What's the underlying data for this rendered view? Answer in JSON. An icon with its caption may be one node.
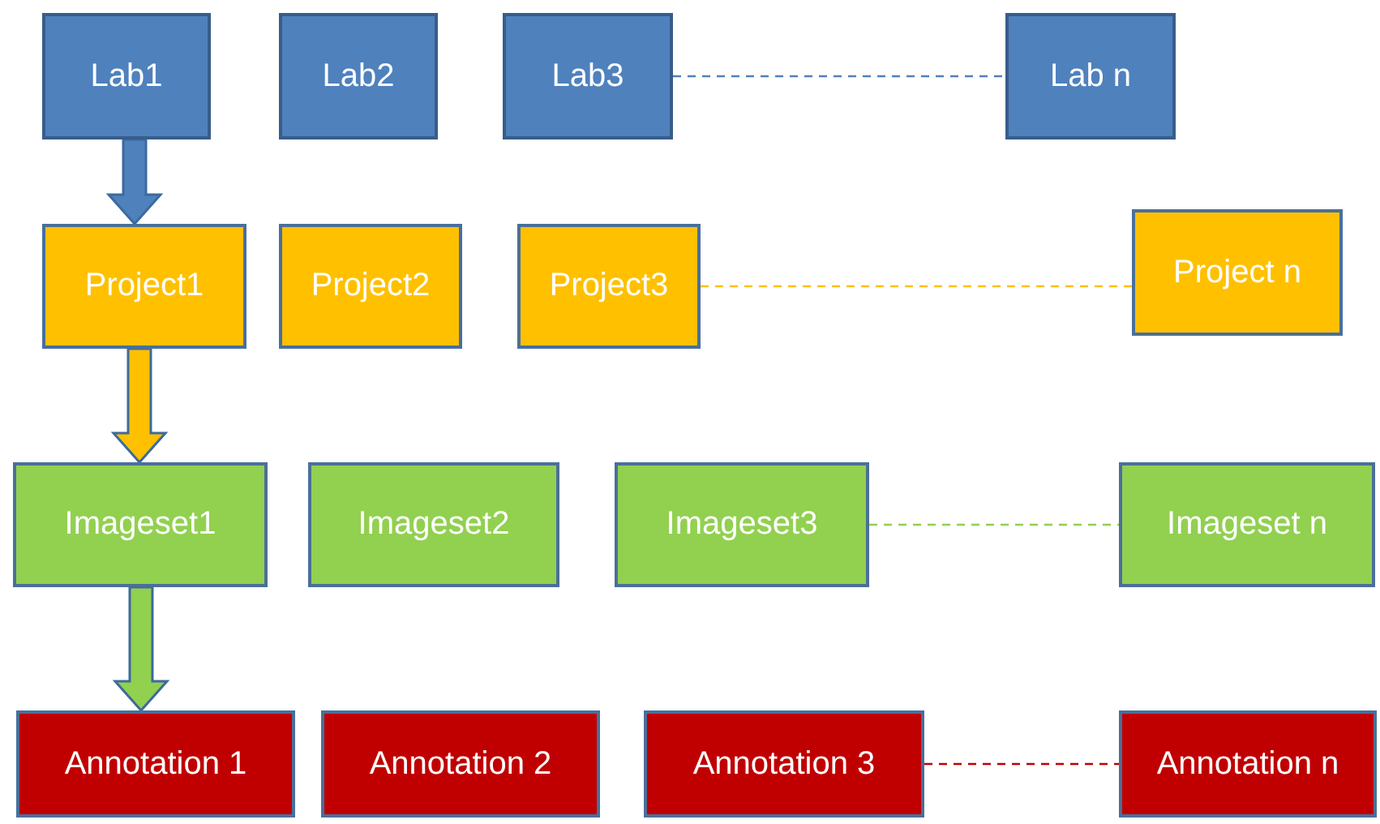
{
  "diagram": {
    "nodes": [
      {
        "text": [
          "Lab1"
        ]
      },
      {
        "text": [
          "Lab2"
        ]
      },
      {
        "text": [
          "Lab3"
        ]
      },
      {
        "text": [
          "Lab n"
        ]
      },
      {
        "text": [
          "Project1"
        ]
      },
      {
        "text": [
          "Project2"
        ]
      },
      {
        "text": [
          "Project3"
        ]
      },
      {
        "text": [
          "Project n"
        ]
      },
      {
        "text": [
          "Imageset1"
        ]
      },
      {
        "text": [
          "Imageset2"
        ]
      },
      {
        "text": [
          "Imageset3"
        ]
      },
      {
        "text": [
          "Imageset n"
        ]
      },
      {
        "text": [
          "Annotation 1"
        ]
      },
      {
        "text": [
          "Annotation 2"
        ]
      },
      {
        "text": [
          "Annotation 3"
        ]
      },
      {
        "text": [
          "Annotation n"
        ]
      }
    ],
    "edges": [
      {
        "from": 0,
        "to": 4,
        "arrow": "to",
        "style": "thick",
        "color": "#4f81bd"
      },
      {
        "from": 4,
        "to": 8,
        "arrow": "to",
        "style": "thick",
        "color": "#ffc000"
      },
      {
        "from": 8,
        "to": 12,
        "arrow": "to",
        "style": "thick",
        "color": "#92d050"
      },
      {
        "from": 2,
        "to": 3,
        "arrow": "none",
        "style": "dashed",
        "color": "#4f81bd"
      },
      {
        "from": 6,
        "to": 7,
        "arrow": "none",
        "style": "dashed",
        "color": "#ffc000"
      },
      {
        "from": 10,
        "to": 11,
        "arrow": "none",
        "style": "dashed",
        "color": "#92d050"
      },
      {
        "from": 14,
        "to": 15,
        "arrow": "none",
        "style": "dashed",
        "color": "#c00000"
      }
    ]
  }
}
